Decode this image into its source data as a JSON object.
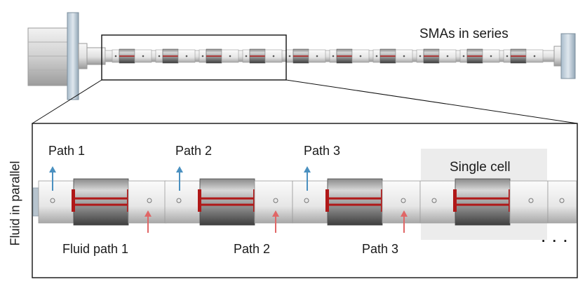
{
  "top": {
    "series_label": "SMAs in series"
  },
  "detail": {
    "side_label": "Fluid in parallel",
    "single_cell_label": "Single cell",
    "out_paths": [
      "Path 1",
      "Path 2",
      "Path 3"
    ],
    "in_paths": [
      "Fluid path 1",
      "Path 2",
      "Path 3"
    ],
    "ellipsis": "· · ·"
  },
  "colors": {
    "out_arrow": "#4a90c0",
    "in_arrow": "#e06666",
    "sma_band": "#b01818",
    "highlight": "#ececec"
  }
}
